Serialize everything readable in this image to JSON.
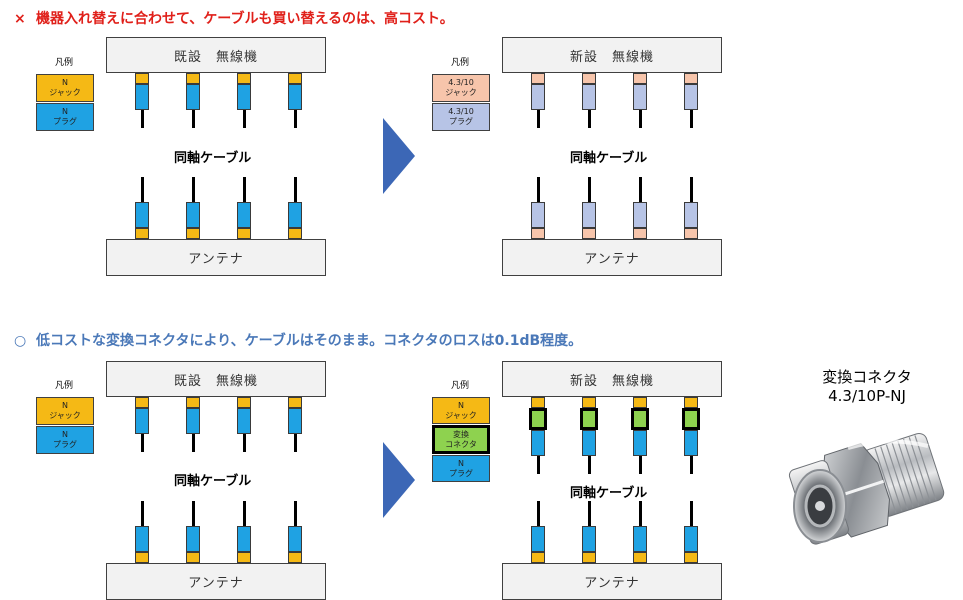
{
  "colors": {
    "n_jack": "#f5b915",
    "n_plug": "#1fa2e3",
    "p43_jack": "#f7c5ab",
    "p43_plug": "#b7c4e6",
    "adapter": "#8ed24f",
    "arrow": "#3c67b6"
  },
  "headings": {
    "bad": {
      "mark": "×",
      "text": "機器入れ替えに合わせて、ケーブルも買い替えるのは、高コスト。"
    },
    "good": {
      "mark": "○",
      "text": "低コストな変換コネクタにより、ケーブルはそのまま。コネクタのロスは0.1dB程度。"
    }
  },
  "panels": {
    "top_left": {
      "radio_label": "既設　無線機",
      "antenna_label": "アンテナ",
      "cable_label": "同軸ケーブル",
      "legend_title": "凡例",
      "legend": [
        {
          "line1": "N",
          "line2": "ジャック"
        },
        {
          "line1": "N",
          "line2": "プラグ"
        }
      ]
    },
    "top_right": {
      "radio_label": "新設　無線機",
      "antenna_label": "アンテナ",
      "cable_label": "同軸ケーブル",
      "legend_title": "凡例",
      "legend": [
        {
          "line1": "4.3/10",
          "line2": "ジャック"
        },
        {
          "line1": "4.3/10",
          "line2": "プラグ"
        }
      ]
    },
    "bottom_left": {
      "radio_label": "既設　無線機",
      "antenna_label": "アンテナ",
      "cable_label": "同軸ケーブル",
      "legend_title": "凡例",
      "legend": [
        {
          "line1": "N",
          "line2": "ジャック"
        },
        {
          "line1": "N",
          "line2": "プラグ"
        }
      ]
    },
    "bottom_right": {
      "radio_label": "新設　無線機",
      "antenna_label": "アンテナ",
      "cable_label": "同軸ケーブル",
      "legend_title": "凡例",
      "legend": [
        {
          "line1": "N",
          "line2": "ジャック"
        },
        {
          "line1": "変換",
          "line2": "コネクタ"
        },
        {
          "line1": "N",
          "line2": "プラグ"
        }
      ]
    }
  },
  "product": {
    "title_line1": "変換コネクタ",
    "title_line2": "4.3/10P-NJ"
  }
}
